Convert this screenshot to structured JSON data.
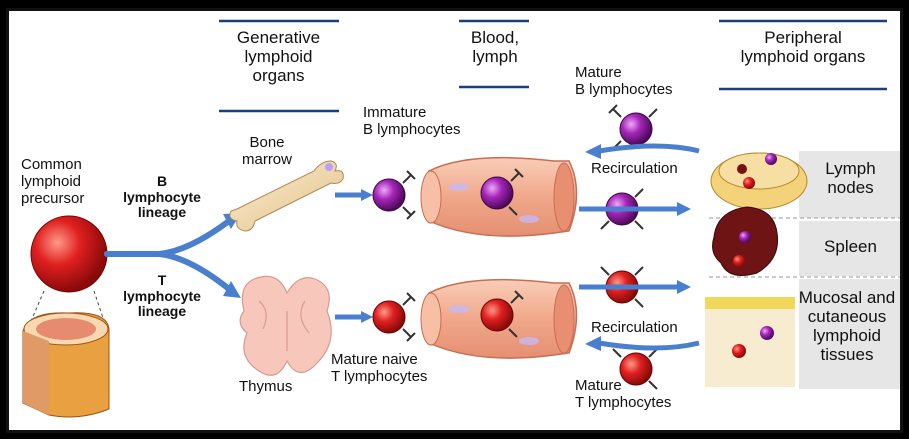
{
  "headers": {
    "generative": "Generative\nlymphoid\norgans",
    "blood": "Blood,\nlymph",
    "peripheral": "Peripheral\nlymphoid organs"
  },
  "labels": {
    "common_precursor": "Common\nlymphoid\nprecursor",
    "b_lineage": "B\nlymphocyte\nlineage",
    "t_lineage": "T\nlymphocyte\nlineage",
    "bone_marrow": "Bone\nmarrow",
    "thymus": "Thymus",
    "immature_b": "Immature\nB lymphocytes",
    "mature_naive_t": "Mature naive\nT lymphocytes",
    "mature_b": "Mature\nB lymphocytes",
    "mature_t": "Mature\nT lymphocytes",
    "recirculation_top": "Recirculation",
    "recirculation_bottom": "Recirculation"
  },
  "organs": {
    "lymph_nodes": "Lymph\nnodes",
    "spleen": "Spleen",
    "mucosal": "Mucosal and\ncutaneous\nlymphoid\ntissues"
  },
  "colors": {
    "b_cell": "#8b1c9c",
    "t_cell": "#d81c1c",
    "arrow": "#4a7fd0",
    "vessel": "#f2b49a",
    "panel": "#e6e6e6"
  }
}
